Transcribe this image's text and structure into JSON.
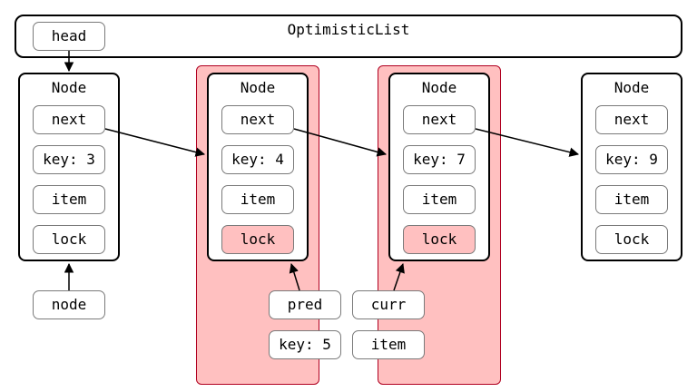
{
  "list": {
    "title": "OptimisticList",
    "head_label": "head"
  },
  "nodes": [
    {
      "title": "Node",
      "next": "next",
      "key": "key: 3",
      "item": "item",
      "lock": "lock"
    },
    {
      "title": "Node",
      "next": "next",
      "key": "key: 4",
      "item": "item",
      "lock": "lock"
    },
    {
      "title": "Node",
      "next": "next",
      "key": "key: 7",
      "item": "item",
      "lock": "lock"
    },
    {
      "title": "Node",
      "next": "next",
      "key": "key: 9",
      "item": "item",
      "lock": "lock"
    }
  ],
  "locals": {
    "node": "node",
    "pred": "pred",
    "curr": "curr",
    "key": "key: 5",
    "item": "item"
  },
  "colors": {
    "locked_fill": "#ffc0c0",
    "locked_border": "#b00020",
    "field_border": "#7a7a7a"
  }
}
